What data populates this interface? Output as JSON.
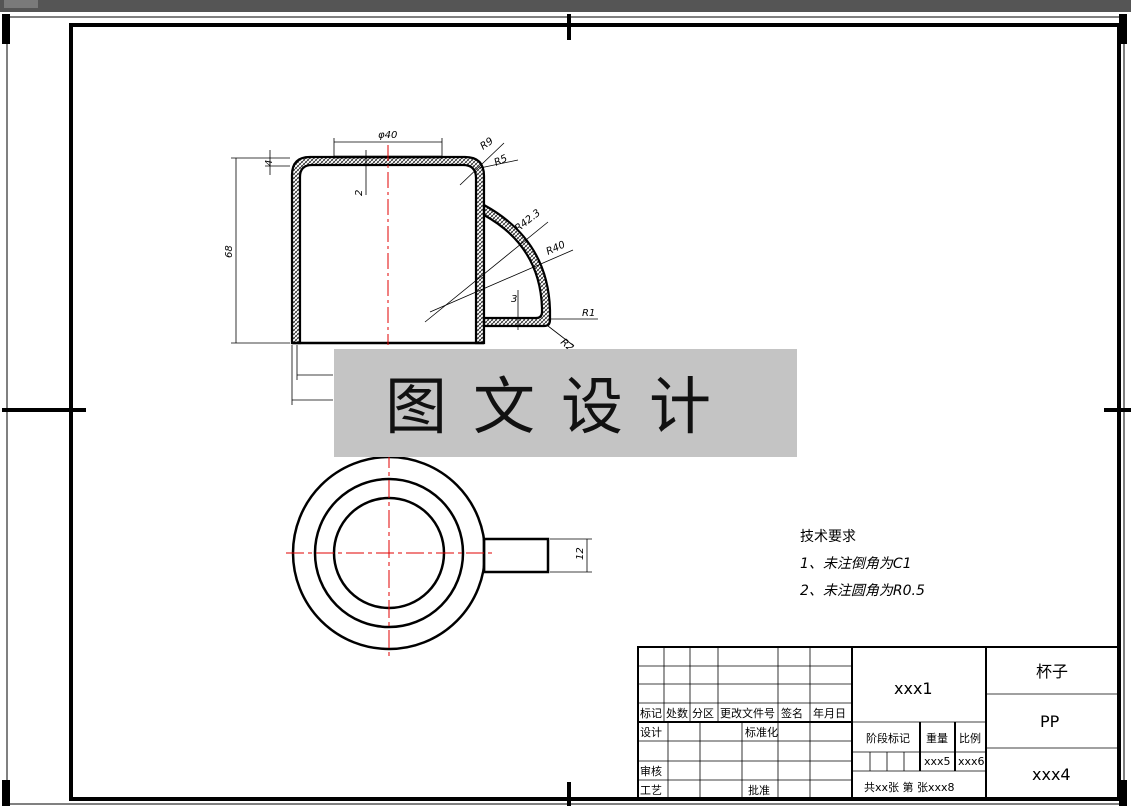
{
  "dimensions": {
    "top_diameter": "φ40",
    "outer_radius_top": "R9",
    "inner_radius_top": "R5",
    "handle_outer_radius": "R42.3",
    "handle_inner_radius": "R40",
    "handle_radius_small": "R1",
    "handle_radius_bottom": "R2",
    "wall_top": "4",
    "wall_inner": "2",
    "total_height": "68",
    "handle_gap": "3",
    "handle_width": "12"
  },
  "watermark": "图文设计",
  "notes": {
    "title": "技术要求",
    "items": [
      "1、未注倒角为C1",
      "2、未注圆角为R0.5"
    ]
  },
  "title_block": {
    "part_name": "杯子",
    "material": "PP",
    "drawing_code": "xxx1",
    "drawing_number": "xxx4",
    "stage_mark_label": "阶段标记",
    "weight_label": "重量",
    "scale_label": "比例",
    "weight_value": "xxx5",
    "scale_value": "xxx6",
    "sheets_text": "共xx张 第  张xxx8",
    "rev_headers": [
      "标记",
      "处数",
      "分区",
      "更改文件号",
      "签名",
      "年月日"
    ],
    "designer_label": "设计",
    "standardization_label": "标准化",
    "checker_label": "审核",
    "process_label": "工艺",
    "approve_label": "批准"
  },
  "colors": {
    "line": "#000000",
    "centerline": "#e00000",
    "watermark_bg": "#c4c4c4",
    "title_strip": "#555555"
  }
}
